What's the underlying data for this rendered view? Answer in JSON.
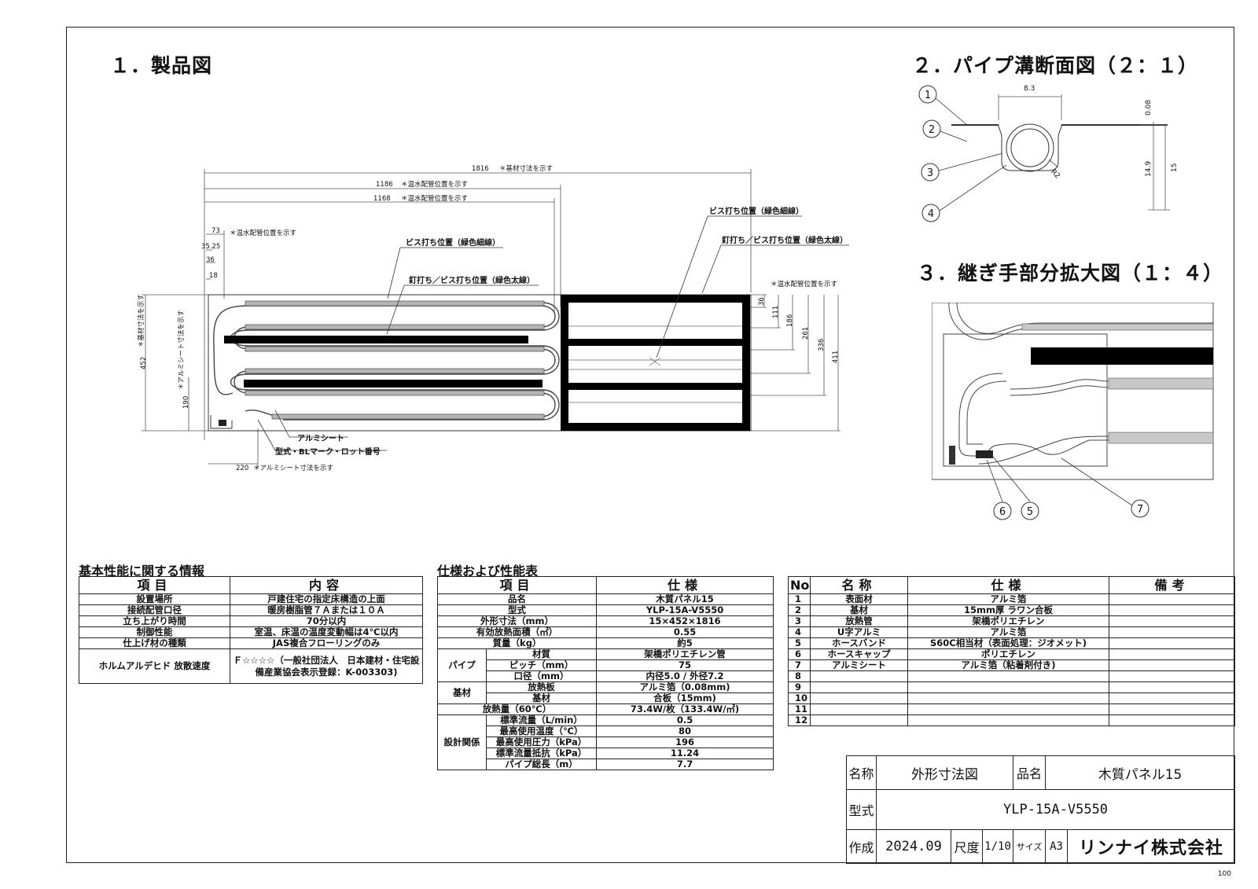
{
  "sections": {
    "product": "１．製品図",
    "pipe_section": "２．パイプ溝断面図（２：１）",
    "joint": "３．継ぎ手部分拡大図（１：４）"
  },
  "product_drawing": {
    "dim_1816": "1816",
    "dim_1186": "1186",
    "dim_1168": "1168",
    "dim_73": "73",
    "dim_3525": "35.25",
    "dim_36_left": "36",
    "dim_18": "18",
    "dim_452": "452",
    "dim_190": "190",
    "dim_220": "220",
    "dim_36_right": "36",
    "dim_111": "111",
    "dim_186": "186",
    "dim_261": "261",
    "dim_336": "336",
    "dim_411": "411",
    "note_base": "＊基材寸法を示す",
    "note_pipe": "＊温水配管位置を示す",
    "note_alu": "＊アルミシート寸法を示す",
    "label_screw_thin_left": "ビス打ち位置（緑色細線）",
    "label_nail_thick_left": "釘打ち／ビス打ち位置（緑色太線）",
    "label_screw_thin_right": "ビス打ち位置（緑色細線）",
    "label_nail_thick_right": "釘打ち／ビス打ち位置（緑色太線）",
    "label_alu_sheet": "アルミシート",
    "label_model_mark": "型式・BLマーク・ロット番号"
  },
  "pipe_section": {
    "callouts": [
      "1",
      "2",
      "3",
      "4"
    ],
    "dim_83": "8.3",
    "dim_008": "0.08",
    "dim_149": "14.9",
    "dim_15": "15",
    "dim_r2": "R2"
  },
  "joint": {
    "callouts": [
      "5",
      "6",
      "7"
    ]
  },
  "basic_info": {
    "title": "基本性能に関する情報",
    "headers": [
      "項目",
      "内容"
    ],
    "rows": [
      [
        "設置場所",
        "戸建住宅の指定床構造の上面"
      ],
      [
        "接続配管口径",
        "暖房樹脂管７Ａまたは１０Ａ"
      ],
      [
        "立ち上がり時間",
        "70分以内"
      ],
      [
        "制御性能",
        "室温、床温の温度変動幅は4℃以内"
      ],
      [
        "仕上げ材の種類",
        "JAS複合フローリングのみ"
      ]
    ],
    "formaldehyde_item": "ホルムアルデヒド 放散速度",
    "formaldehyde_value": "Ｆ☆☆☆☆（一般社団法人　日本建材・住宅設備産業協会表示登録：K-003303)"
  },
  "spec_table": {
    "title": "仕様および性能表",
    "headers": [
      "項目",
      "仕様"
    ],
    "rows_top": [
      [
        "品名",
        "木質パネル15"
      ],
      [
        "型式",
        "YLP-15A-V5550"
      ],
      [
        "外形寸法（mm）",
        "15×452×1816"
      ],
      [
        "有効放熱面積（㎡）",
        "0.55"
      ],
      [
        "質量（kg）",
        "約5"
      ]
    ],
    "pipe_group": "パイプ",
    "pipe_rows": [
      [
        "材質",
        "架橋ポリエチレン管"
      ],
      [
        "ピッチ（mm）",
        "75"
      ],
      [
        "口径（mm）",
        "内径5.0 / 外径7.2"
      ]
    ],
    "base_group": "基材",
    "base_rows": [
      [
        "放熱板",
        "アルミ箔（0.08mm)"
      ],
      [
        "基材",
        "合板（15mm)"
      ]
    ],
    "heat_output_label": "放熱量（60℃）",
    "heat_output_value": "73.4W/枚（133.4W/㎡)",
    "design_group": "設計関係",
    "design_rows": [
      [
        "標準流量（L/min）",
        "0.5"
      ],
      [
        "最高使用温度（℃）",
        "80"
      ],
      [
        "最高使用圧力（kPa）",
        "196"
      ],
      [
        "標準流量抵抗（kPa）",
        "11.24"
      ],
      [
        "パイプ総長（m）",
        "7.7"
      ]
    ]
  },
  "parts_table": {
    "headers": [
      "No",
      "名称",
      "仕様",
      "備考"
    ],
    "rows": [
      [
        "1",
        "表面材",
        "アルミ箔",
        ""
      ],
      [
        "2",
        "基材",
        "15mm厚 ラワン合板",
        ""
      ],
      [
        "3",
        "放熱管",
        "架橋ポリエチレン",
        ""
      ],
      [
        "4",
        "U字アルミ",
        "アルミ箔",
        ""
      ],
      [
        "5",
        "ホースバンド",
        "S60C相当材（表面処理：ジオメット)",
        ""
      ],
      [
        "6",
        "ホースキャップ",
        "ポリエチレン",
        ""
      ],
      [
        "7",
        "アルミシート",
        "アルミ箔（粘着剤付き)",
        ""
      ],
      [
        "8",
        "",
        "",
        ""
      ],
      [
        "9",
        "",
        "",
        ""
      ],
      [
        "10",
        "",
        "",
        ""
      ],
      [
        "11",
        "",
        "",
        ""
      ],
      [
        "12",
        "",
        "",
        ""
      ]
    ]
  },
  "title_block": {
    "name_label": "名称",
    "name_value": "外形寸法図",
    "product_label": "品名",
    "product_value": "木質パネル15",
    "model_label": "型式",
    "model_value": "YLP-15A-V5550",
    "made_label": "作成",
    "made_value": "2024.09",
    "scale_label": "尺度",
    "scale_value": "1/10",
    "size_label": "サイズ",
    "size_value": "A3",
    "company": "リンナイ株式会社"
  },
  "page_number": "100"
}
